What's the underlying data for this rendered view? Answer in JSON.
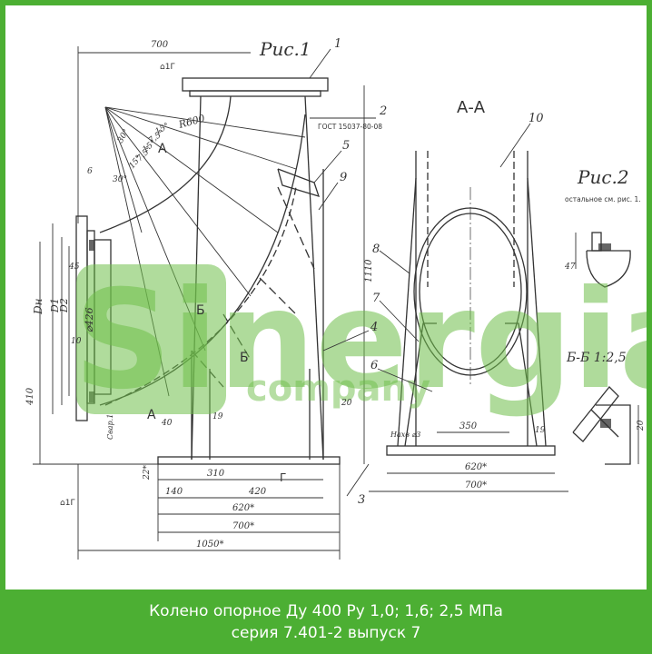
{
  "caption": {
    "line1": "Колено опорное Ду 400 Ру 1,0; 1,6; 2,5 МПа",
    "line2": "серия 7.401-2 выпуск 7"
  },
  "colors": {
    "frame": "#4caf33",
    "ink": "#333333",
    "watermark": "#6fbf4a"
  },
  "watermark": {
    "brand": "Sinergia",
    "sub": "company"
  },
  "drawing": {
    "fig1_title": "Рис.1",
    "section_aa": "А-А",
    "fig2_title": "Рис.2",
    "fig2_note": "остальное см. рис. 1.",
    "section_bb": "Б-Б 1:2,5",
    "standard": "ГОСТ 15037-80-08",
    "radius": "R600",
    "label_a": "А",
    "label_b": "Б",
    "label_g": "Г",
    "flat_mark": "⌂1Г",
    "weld_mark": "Нахв ⌀3",
    "weld_note": "Свар.1",
    "dim_d_outer": "Dн",
    "dim_d1": "D1",
    "dim_d2": "D2",
    "dim_dia": "⌀426",
    "dims": {
      "d700_top": "700",
      "d1110": "1110",
      "d410": "410",
      "d45": "45",
      "d10": "10",
      "d6": "6",
      "d22": "22*",
      "d19a": "19",
      "d19b": "19",
      "d20a": "20",
      "d20b": "20",
      "d40": "40",
      "d47": "47",
      "d310": "310",
      "d140": "140",
      "d420": "420",
      "d620": "620*",
      "d700": "700*",
      "d1050": "1050*",
      "d350": "350",
      "d620r": "620*",
      "d700r": "700*"
    },
    "angles": [
      "30°",
      "30°",
      "15°",
      "7,5°",
      "15°",
      "7,5°",
      "15°"
    ],
    "callouts": [
      "1",
      "2",
      "3",
      "4",
      "5",
      "6",
      "7",
      "7",
      "8",
      "9",
      "10"
    ]
  }
}
